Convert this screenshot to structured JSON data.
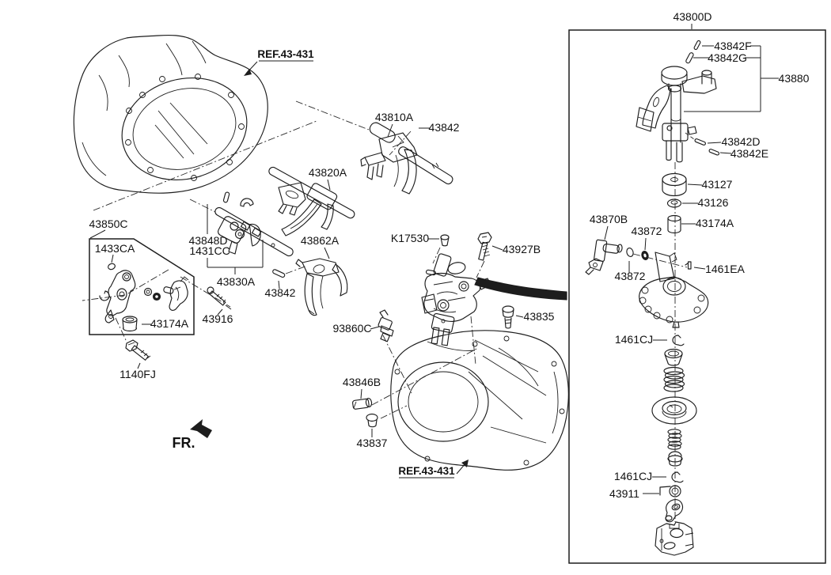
{
  "diagram": {
    "description": "Gear shift control shaft and lever exploded parts diagram",
    "colors": {
      "ink": "#1d1d1d",
      "background": "#ffffff"
    }
  },
  "detail_box": {
    "title": "43800D"
  },
  "references": {
    "top": "REF.43-431",
    "bottom": "REF.43-431"
  },
  "orientation": {
    "fr": "FR."
  },
  "labels": {
    "p43810A": "43810A",
    "p43842_a": "43842",
    "p43820A": "43820A",
    "p43862A": "43862A",
    "p43848D": "43848D",
    "p1431CC": "1431CC",
    "p43830A": "43830A",
    "p43842_b": "43842",
    "p43850C": "43850C",
    "p1433CA": "1433CA",
    "p43174A_a": "43174A",
    "p43916": "43916",
    "p1140FJ": "1140FJ",
    "pK17530": "K17530",
    "p43927B": "43927B",
    "p93860C": "93860C",
    "p43835": "43835",
    "p43846B": "43846B",
    "p43837": "43837",
    "p43842F": "43842F",
    "p43842G": "43842G",
    "p43880": "43880",
    "p43842D": "43842D",
    "p43842E": "43842E",
    "p43127": "43127",
    "p43126": "43126",
    "p43174A_b": "43174A",
    "p43870B": "43870B",
    "p43872_a": "43872",
    "p43872_b": "43872",
    "p1461EA": "1461EA",
    "p1461CJ_a": "1461CJ",
    "p1461CJ_b": "1461CJ",
    "p43911": "43911"
  }
}
